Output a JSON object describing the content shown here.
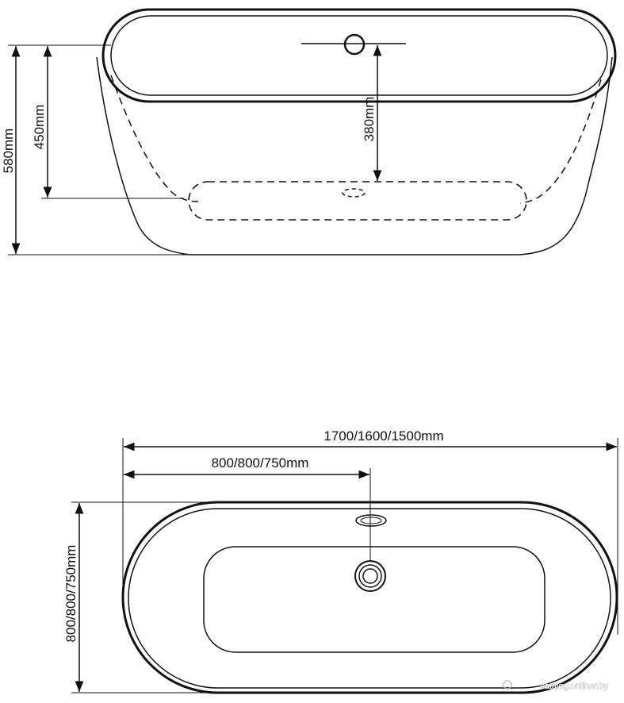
{
  "side_view": {
    "height_total": "580mm",
    "height_rim_to_bottom": "450mm",
    "depth_inner": "380mm"
  },
  "top_view": {
    "length": "1700/1600/1500mm",
    "drain_offset": "800/800/750mm",
    "width": "800/800/750mm"
  },
  "watermark": "catalog.onliner.by",
  "colors": {
    "stroke": "#111111",
    "background": "#ffffff"
  }
}
